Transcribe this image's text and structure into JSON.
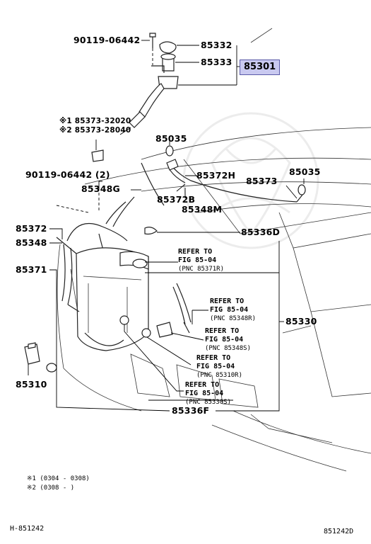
{
  "callouts": {
    "bolt_top": "90119-06442",
    "cap_85332": "85332",
    "inlet_85333": "85333",
    "assembly_85301": "85301",
    "hose_alt1": "※1 85373-32020",
    "hose_alt2": "※2 85373-28040",
    "nozzle_85035_left": "85035",
    "connector_85372h": "85372H",
    "nozzle_85035_right": "85035",
    "bolt_left": "90119-06442 (2)",
    "hose_85373": "85373",
    "grommet_85348g": "85348G",
    "connector_85372b": "85372B",
    "hose_85348m": "85348M",
    "hose_85372": "85372",
    "grommet_85336d": "85336D",
    "hose_85348": "85348",
    "hose_85371": "85371",
    "jar_85330": "85330",
    "motor_85310": "85310",
    "grommet_85336f": "85336F"
  },
  "references": [
    {
      "line1": "REFER TO",
      "line2": "FIG 85-04",
      "pnc": "(PNC 85371R)"
    },
    {
      "line1": "REFER TO",
      "line2": "FIG 85-04",
      "pnc": "(PNC 85348R)"
    },
    {
      "line1": "REFER TO",
      "line2": "FIG 85-04",
      "pnc": "(PNC 85348S)"
    },
    {
      "line1": "REFER TO",
      "line2": "FIG 85-04",
      "pnc": "(PNC 85310R)"
    },
    {
      "line1": "REFER TO",
      "line2": "FIG 85-04",
      "pnc": "(PNC 85330S)"
    }
  ],
  "notes": {
    "note1": "※1 (0304 - 0308)",
    "note2": "※2 (0308 -      )"
  },
  "footer": {
    "left_code": "H-851242",
    "right_code": "851242D"
  },
  "colors": {
    "highlight_fill": "#c9c9f0",
    "highlight_border": "#5a5aa8",
    "line": "#000000"
  }
}
